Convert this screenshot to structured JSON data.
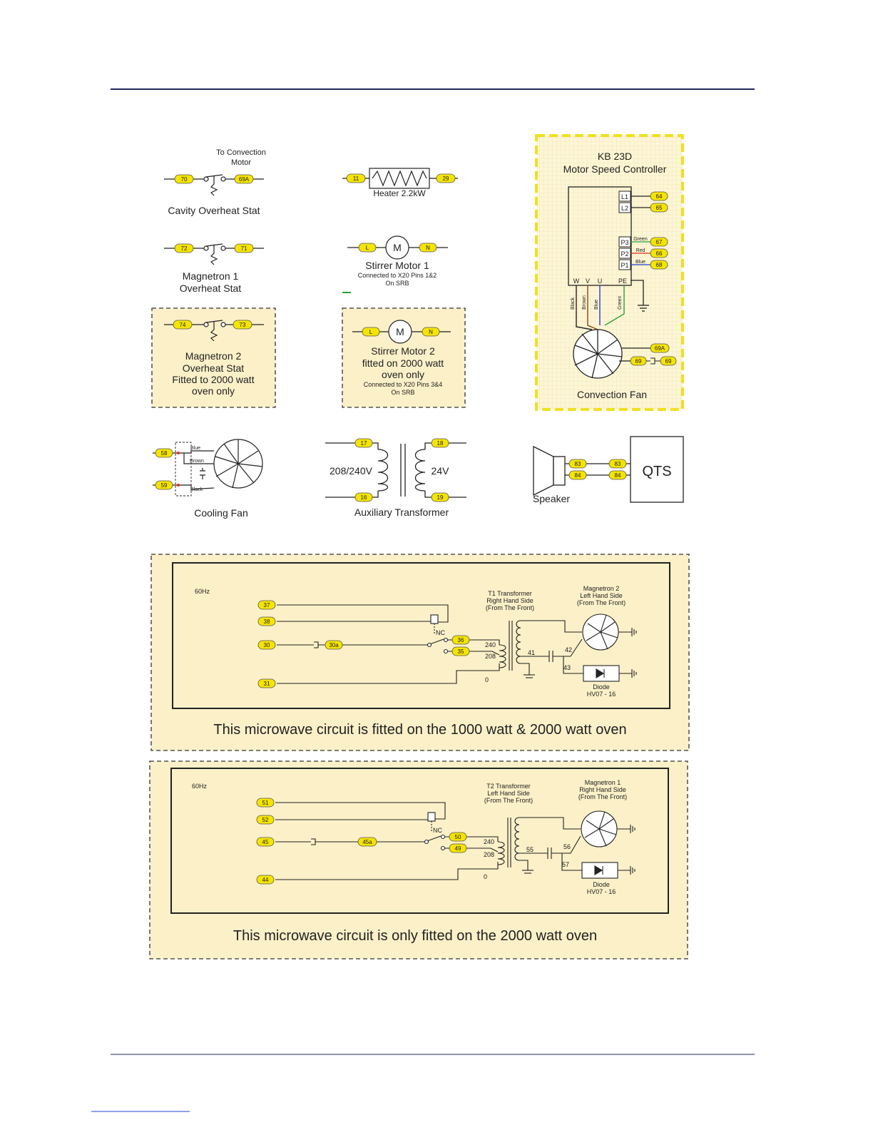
{
  "cavity_stat": {
    "terminals": [
      "70",
      "69A"
    ],
    "note_line1": "To Convection",
    "note_line2": "Motor",
    "label": "Cavity Overheat Stat"
  },
  "heater": {
    "terminals": [
      "11",
      "29"
    ],
    "label": "Heater 2.2kW"
  },
  "mag1_stat": {
    "terminals": [
      "72",
      "71"
    ],
    "label_line1": "Magnetron 1",
    "label_line2": "Overheat Stat"
  },
  "stirrer1": {
    "terminals": [
      "L",
      "N"
    ],
    "symbol": "M",
    "label": "Stirrer Motor 1",
    "sub1": "Connected to X20 Pins 1&2",
    "sub2": "On SRB"
  },
  "mag2_stat": {
    "terminals": [
      "74",
      "73"
    ],
    "lines": [
      "Magnetron 2",
      "Overheat Stat",
      "Fitted to 2000 watt",
      "oven only"
    ]
  },
  "stirrer2": {
    "terminals": [
      "L",
      "N"
    ],
    "symbol": "M",
    "lines": [
      "Stirrer Motor 2",
      "fitted on 2000 watt",
      "oven only"
    ],
    "sub1": "Connected to X20 Pins 3&4",
    "sub2": "On SRB"
  },
  "controller": {
    "title1": "KB 23D",
    "title2": "Motor Speed Controller",
    "pins": [
      "L1",
      "L2",
      "P3",
      "P2",
      "P1",
      "PE",
      "W",
      "V",
      "U"
    ],
    "terminals": [
      "64",
      "65",
      "67",
      "66",
      "68",
      "69A",
      "69",
      "69"
    ],
    "wire_colors": [
      "Green",
      "Red",
      "Blue",
      "Black",
      "Brown",
      "Blue",
      "Green"
    ],
    "fan_label": "Convection Fan"
  },
  "cooling_fan": {
    "terminals": [
      "58",
      "59"
    ],
    "wires": [
      "Blue",
      "Brown",
      "Black"
    ],
    "label": "Cooling Fan"
  },
  "aux_transformer": {
    "terminals": [
      "17",
      "16",
      "18",
      "19"
    ],
    "primary": "208/240V",
    "secondary": "24V",
    "label": "Auxiliary Transformer"
  },
  "speaker": {
    "terminals": [
      "83",
      "84",
      "83",
      "84"
    ],
    "label": "Speaker",
    "box": "QTS"
  },
  "circuit1": {
    "freq": "60Hz",
    "terminals": [
      "37",
      "38",
      "30",
      "30a",
      "31",
      "36",
      "35"
    ],
    "nc": "NC",
    "taps": [
      "240",
      "208",
      "0"
    ],
    "wires": [
      "41",
      "42",
      "43"
    ],
    "transformer": [
      "T1 Transformer",
      "Right Hand Side",
      "(From The Front)"
    ],
    "magnetron": [
      "Magnetron 2",
      "Left Hand Side",
      "(From The Front)"
    ],
    "diode": [
      "Diode",
      "HV07 - 16"
    ],
    "caption": "This microwave circuit is fitted on the 1000 watt & 2000 watt oven"
  },
  "circuit2": {
    "freq": "60Hz",
    "terminals": [
      "51",
      "52",
      "45",
      "45a",
      "44",
      "50",
      "49"
    ],
    "nc": "NC",
    "taps": [
      "240",
      "208",
      "0"
    ],
    "wires": [
      "55",
      "56",
      "57"
    ],
    "transformer": [
      "T2 Transformer",
      "Left Hand Side",
      "(From The Front)"
    ],
    "magnetron": [
      "Magnetron 1",
      "Right Hand Side",
      "(From The Front)"
    ],
    "diode": [
      "Diode",
      "HV07 - 16"
    ],
    "caption": "This microwave circuit is only fitted on the 2000 watt oven"
  },
  "colors": {
    "rule": "#1f2a5a",
    "panel": "#fbf0c8",
    "pill": "#f5e400",
    "yellow_border": "#f0e020",
    "green": "#2aa13a",
    "red": "#e03020",
    "blue": "#2040d0",
    "brown": "#8b4513"
  }
}
